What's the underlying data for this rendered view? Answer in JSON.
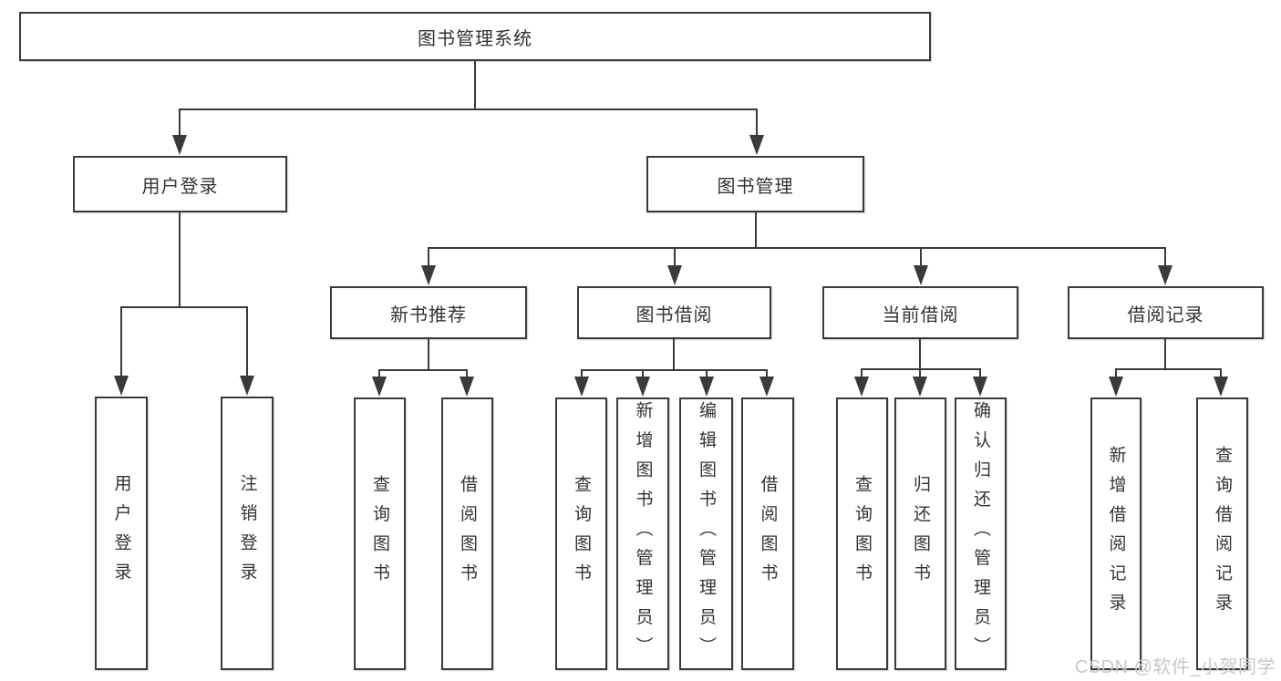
{
  "diagram": {
    "root": "图书管理系统",
    "level2": [
      "用户登录",
      "图书管理"
    ],
    "level3": [
      "新书推荐",
      "图书借阅",
      "当前借阅",
      "借阅记录"
    ],
    "leaves": {
      "user_login": [
        "用户登录",
        "注销登录"
      ],
      "new_book_recommend": [
        "查询图书",
        "借阅图书"
      ],
      "book_borrow": [
        "查询图书",
        "新增图书（管理员）",
        "编辑图书（管理员）",
        "借阅图书"
      ],
      "current_borrow": [
        "查询图书",
        "归还图书",
        "确认归还（管理员）"
      ],
      "borrow_record": [
        "新增借阅记录",
        "查询借阅记录"
      ]
    }
  },
  "watermark": "CSDN @软件_小贺同学",
  "colors": {
    "line": "#3a3a3a",
    "text": "#333333",
    "watermark": "#c6c8cb",
    "background": "#ffffff"
  }
}
